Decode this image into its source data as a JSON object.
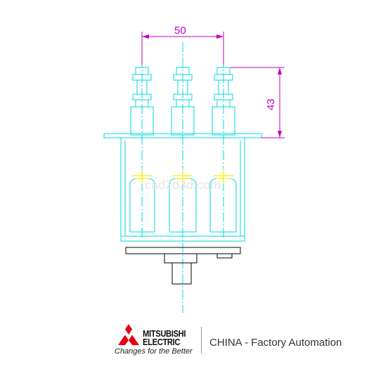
{
  "drawing": {
    "dimension_top": "50",
    "dimension_right": "43",
    "watermark": "cad2d3d.com",
    "colors": {
      "outline": "#00d8e0",
      "dimension": "#c000c0",
      "highlight": "#f0f000",
      "base": "#000000"
    }
  },
  "footer": {
    "brand_line1": "MITSUBISHI",
    "brand_line2": "ELECTRIC",
    "tagline": "Changes for the Better",
    "region": "CHINA  - Factory Automation",
    "logo_icon": "three-diamonds-icon",
    "logo_color": "#e60012"
  }
}
